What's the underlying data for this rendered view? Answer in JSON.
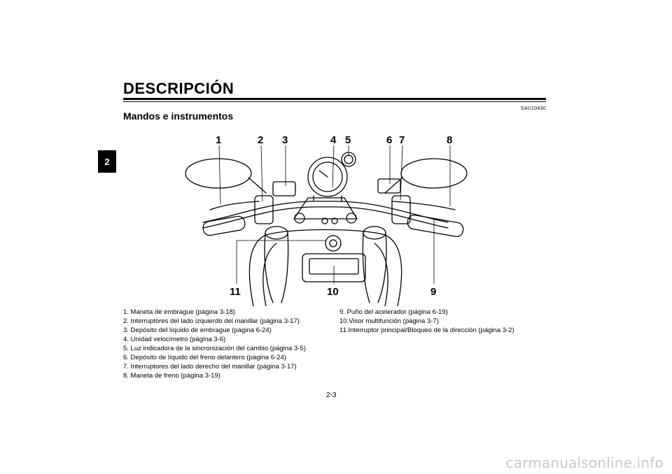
{
  "header": {
    "section_title": "DESCRIPCIÓN",
    "chapter_tab": "2",
    "doc_code": "SAU10430",
    "subsection_title": "Mandos e instrumentos"
  },
  "diagram": {
    "callouts": [
      "1",
      "2",
      "3",
      "4",
      "5",
      "6",
      "7",
      "8",
      "9",
      "10",
      "11"
    ]
  },
  "legend_left": [
    "1. Maneta de embrague (página 3-18)",
    "2. Interruptores del lado izquierdo del manillar (página 3-17)",
    "3. Depósito del líquido de embrague (página 6-24)",
    "4. Unidad velocímetro (página 3-6)",
    "5. Luz indicadora de la sincronización del cambio (página 3-5)",
    "6. Depósito de líquido del freno delantero (página 6-24)",
    "7. Interruptores del lado derecho del manillar (página 3-17)",
    "8. Maneta de freno (página 3-19)"
  ],
  "legend_right": [
    "9. Puño del acelerador (página 6-19)",
    "10.Visor multifunción (página 3-7)",
    "11.Interruptor principal/Bloqueo de la dirección (página 3-2)"
  ],
  "footer": {
    "page_number": "2-3",
    "watermark": "carmanualsonline.info"
  }
}
